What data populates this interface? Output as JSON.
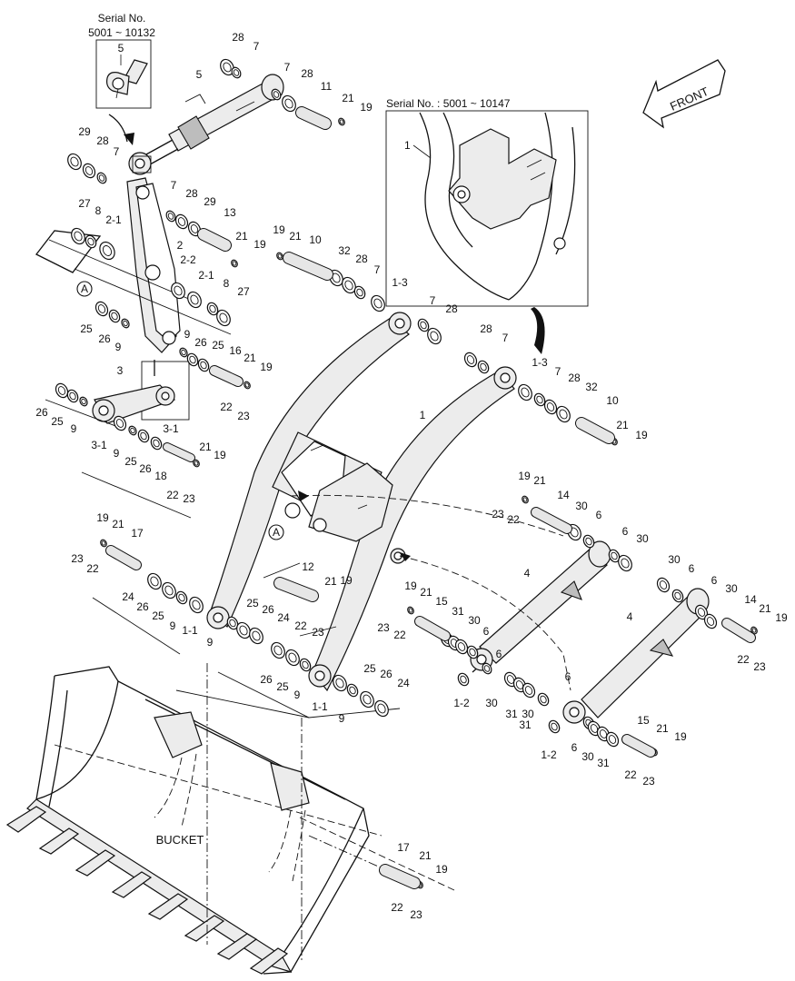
{
  "serial_top_left": {
    "title": "Serial No.",
    "range": "5001 ~ 10132",
    "part": "5"
  },
  "serial_inset": {
    "text": "Serial No. : 5001 ~ 10147",
    "part": "1"
  },
  "front_arrow": "FRONT",
  "bucket_label": "BUCKET",
  "detail_marker": "A",
  "callouts": [
    {
      "id": "c1",
      "text": "28"
    },
    {
      "id": "c2",
      "text": "7"
    },
    {
      "id": "c3",
      "text": "7"
    },
    {
      "id": "c4",
      "text": "28"
    },
    {
      "id": "c5",
      "text": "11"
    },
    {
      "id": "c6",
      "text": "21"
    },
    {
      "id": "c7",
      "text": "19"
    },
    {
      "id": "c8",
      "text": "5"
    },
    {
      "id": "c9",
      "text": "29"
    },
    {
      "id": "c10",
      "text": "28"
    },
    {
      "id": "c11",
      "text": "7"
    },
    {
      "id": "c12",
      "text": "7"
    },
    {
      "id": "c13",
      "text": "28"
    },
    {
      "id": "c14",
      "text": "29"
    },
    {
      "id": "c15",
      "text": "13"
    },
    {
      "id": "c16",
      "text": "21"
    },
    {
      "id": "c17",
      "text": "19"
    },
    {
      "id": "c18",
      "text": "27"
    },
    {
      "id": "c19",
      "text": "8"
    },
    {
      "id": "c20",
      "text": "2-1"
    },
    {
      "id": "c21",
      "text": "2"
    },
    {
      "id": "c22",
      "text": "2-2"
    },
    {
      "id": "c23",
      "text": "2-1"
    },
    {
      "id": "c24",
      "text": "8"
    },
    {
      "id": "c25",
      "text": "27"
    },
    {
      "id": "c26",
      "text": "25"
    },
    {
      "id": "c27",
      "text": "26"
    },
    {
      "id": "c28",
      "text": "9"
    },
    {
      "id": "c29",
      "text": "9"
    },
    {
      "id": "c30",
      "text": "26"
    },
    {
      "id": "c31",
      "text": "25"
    },
    {
      "id": "c32",
      "text": "16"
    },
    {
      "id": "c33",
      "text": "21"
    },
    {
      "id": "c34",
      "text": "19"
    },
    {
      "id": "c35",
      "text": "22"
    },
    {
      "id": "c36",
      "text": "23"
    },
    {
      "id": "c37",
      "text": "3"
    },
    {
      "id": "c38",
      "text": "26"
    },
    {
      "id": "c39",
      "text": "25"
    },
    {
      "id": "c40",
      "text": "9"
    },
    {
      "id": "c41",
      "text": "3-1"
    },
    {
      "id": "c42",
      "text": "9"
    },
    {
      "id": "c43",
      "text": "25"
    },
    {
      "id": "c44",
      "text": "26"
    },
    {
      "id": "c45",
      "text": "3-1"
    },
    {
      "id": "c46",
      "text": "18"
    },
    {
      "id": "c47",
      "text": "21"
    },
    {
      "id": "c48",
      "text": "19"
    },
    {
      "id": "c49",
      "text": "22"
    },
    {
      "id": "c50",
      "text": "23"
    },
    {
      "id": "c51",
      "text": "19"
    },
    {
      "id": "c52",
      "text": "21"
    },
    {
      "id": "c53",
      "text": "10"
    },
    {
      "id": "c54",
      "text": "32"
    },
    {
      "id": "c55",
      "text": "28"
    },
    {
      "id": "c56",
      "text": "7"
    },
    {
      "id": "c57",
      "text": "1-3"
    },
    {
      "id": "c58",
      "text": "7"
    },
    {
      "id": "c59",
      "text": "28"
    },
    {
      "id": "c60",
      "text": "28"
    },
    {
      "id": "c61",
      "text": "7"
    },
    {
      "id": "c62",
      "text": "1-3"
    },
    {
      "id": "c63",
      "text": "7"
    },
    {
      "id": "c64",
      "text": "28"
    },
    {
      "id": "c65",
      "text": "32"
    },
    {
      "id": "c66",
      "text": "10"
    },
    {
      "id": "c67",
      "text": "21"
    },
    {
      "id": "c68",
      "text": "19"
    },
    {
      "id": "c69",
      "text": "1"
    },
    {
      "id": "c70",
      "text": "19"
    },
    {
      "id": "c71",
      "text": "21"
    },
    {
      "id": "c72",
      "text": "14"
    },
    {
      "id": "c73",
      "text": "23"
    },
    {
      "id": "c74",
      "text": "22"
    },
    {
      "id": "c75",
      "text": "30"
    },
    {
      "id": "c76",
      "text": "6"
    },
    {
      "id": "c77",
      "text": "6"
    },
    {
      "id": "c78",
      "text": "30"
    },
    {
      "id": "c79",
      "text": "19"
    },
    {
      "id": "c80",
      "text": "21"
    },
    {
      "id": "c81",
      "text": "17"
    },
    {
      "id": "c82",
      "text": "23"
    },
    {
      "id": "c83",
      "text": "22"
    },
    {
      "id": "c84",
      "text": "12"
    },
    {
      "id": "c85",
      "text": "21"
    },
    {
      "id": "c86",
      "text": "19"
    },
    {
      "id": "c87",
      "text": "22"
    },
    {
      "id": "c88",
      "text": "23"
    },
    {
      "id": "c89",
      "text": "24"
    },
    {
      "id": "c90",
      "text": "26"
    },
    {
      "id": "c91",
      "text": "25"
    },
    {
      "id": "c92",
      "text": "9"
    },
    {
      "id": "c93",
      "text": "1-1"
    },
    {
      "id": "c94",
      "text": "25"
    },
    {
      "id": "c95",
      "text": "26"
    },
    {
      "id": "c96",
      "text": "24"
    },
    {
      "id": "c97",
      "text": "9"
    },
    {
      "id": "c98",
      "text": "26"
    },
    {
      "id": "c99",
      "text": "25"
    },
    {
      "id": "c100",
      "text": "9"
    },
    {
      "id": "c101",
      "text": "1-1"
    },
    {
      "id": "c102",
      "text": "9"
    },
    {
      "id": "c103",
      "text": "25"
    },
    {
      "id": "c104",
      "text": "26"
    },
    {
      "id": "c105",
      "text": "24"
    },
    {
      "id": "c106",
      "text": "4"
    },
    {
      "id": "c107",
      "text": "19"
    },
    {
      "id": "c108",
      "text": "21"
    },
    {
      "id": "c109",
      "text": "15"
    },
    {
      "id": "c110",
      "text": "23"
    },
    {
      "id": "c111",
      "text": "22"
    },
    {
      "id": "c112",
      "text": "31"
    },
    {
      "id": "c113",
      "text": "30"
    },
    {
      "id": "c114",
      "text": "6"
    },
    {
      "id": "c115",
      "text": "1-2"
    },
    {
      "id": "c116",
      "text": "6"
    },
    {
      "id": "c117",
      "text": "30"
    },
    {
      "id": "c118",
      "text": "31"
    },
    {
      "id": "c119",
      "text": "4"
    },
    {
      "id": "c120",
      "text": "30"
    },
    {
      "id": "c121",
      "text": "6"
    },
    {
      "id": "c122",
      "text": "6"
    },
    {
      "id": "c123",
      "text": "30"
    },
    {
      "id": "c124",
      "text": "14"
    },
    {
      "id": "c125",
      "text": "21"
    },
    {
      "id": "c126",
      "text": "19"
    },
    {
      "id": "c127",
      "text": "22"
    },
    {
      "id": "c128",
      "text": "23"
    },
    {
      "id": "c129",
      "text": "6"
    },
    {
      "id": "c130",
      "text": "31"
    },
    {
      "id": "c131",
      "text": "30"
    },
    {
      "id": "c132",
      "text": "1-2"
    },
    {
      "id": "c133",
      "text": "6"
    },
    {
      "id": "c134",
      "text": "30"
    },
    {
      "id": "c135",
      "text": "31"
    },
    {
      "id": "c136",
      "text": "15"
    },
    {
      "id": "c137",
      "text": "21"
    },
    {
      "id": "c138",
      "text": "19"
    },
    {
      "id": "c139",
      "text": "22"
    },
    {
      "id": "c140",
      "text": "23"
    },
    {
      "id": "c141",
      "text": "17"
    },
    {
      "id": "c142",
      "text": "21"
    },
    {
      "id": "c143",
      "text": "19"
    },
    {
      "id": "c144",
      "text": "22"
    },
    {
      "id": "c145",
      "text": "23"
    }
  ]
}
